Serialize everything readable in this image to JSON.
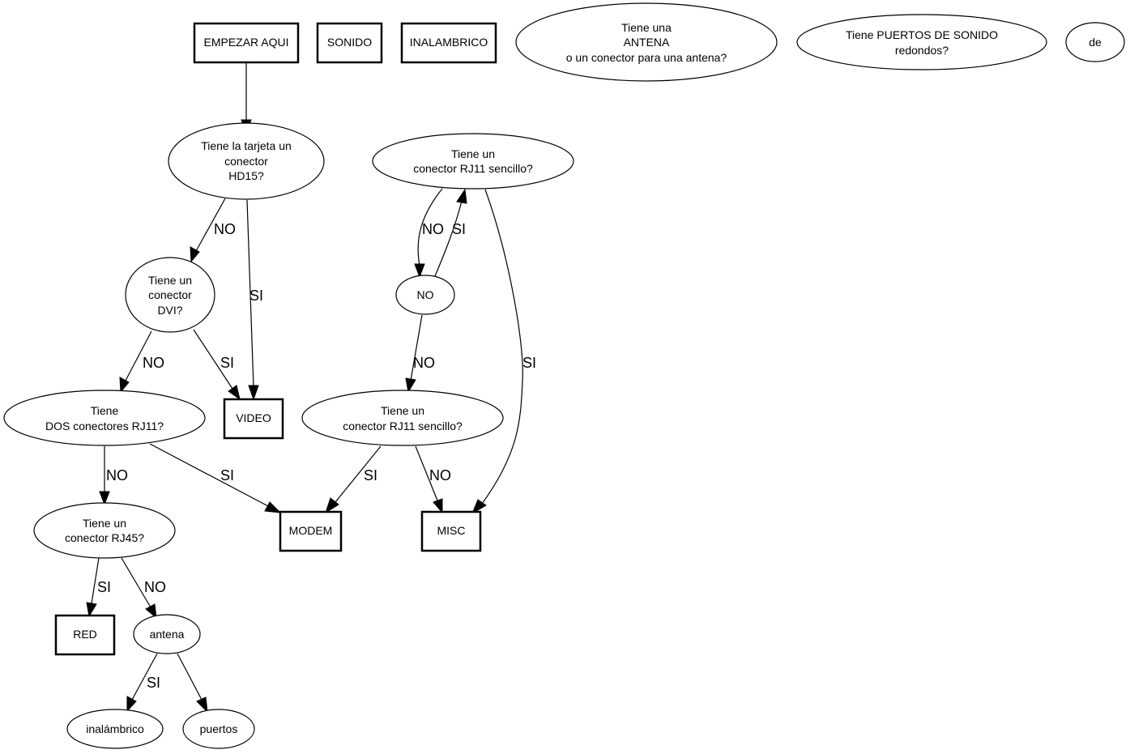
{
  "nodes": {
    "start": {
      "shape": "box",
      "lines": [
        "EMPEZAR AQUI"
      ]
    },
    "sonido": {
      "shape": "box",
      "lines": [
        "SONIDO"
      ]
    },
    "inalambrico_box": {
      "shape": "box",
      "lines": [
        "INALAMBRICO"
      ]
    },
    "q_antena": {
      "shape": "ellipse",
      "lines": [
        "Tiene una",
        "ANTENA",
        "o un conector para una antena?"
      ]
    },
    "q_puertos": {
      "shape": "ellipse",
      "lines": [
        "Tiene PUERTOS DE SONIDO",
        "redondos?"
      ]
    },
    "de": {
      "shape": "ellipse",
      "lines": [
        "de"
      ]
    },
    "q_hd15": {
      "shape": "ellipse",
      "lines": [
        "Tiene la tarjeta un",
        "conector",
        "HD15?"
      ]
    },
    "q_rj11_top": {
      "shape": "ellipse",
      "lines": [
        "Tiene un",
        "conector RJ11 sencillo?"
      ]
    },
    "q_dvi": {
      "shape": "ellipse",
      "lines": [
        "Tiene un",
        "conector",
        "DVI?"
      ]
    },
    "no_node": {
      "shape": "ellipse",
      "lines": [
        "NO"
      ]
    },
    "q_dos_rj11": {
      "shape": "ellipse",
      "lines": [
        "Tiene",
        "DOS conectores RJ11?"
      ]
    },
    "video": {
      "shape": "box",
      "lines": [
        "VIDEO"
      ]
    },
    "q_rj11_mid": {
      "shape": "ellipse",
      "lines": [
        "Tiene un",
        "conector RJ11 sencillo?"
      ]
    },
    "q_rj45": {
      "shape": "ellipse",
      "lines": [
        "Tiene un",
        "conector RJ45?"
      ]
    },
    "modem": {
      "shape": "box",
      "lines": [
        "MODEM"
      ]
    },
    "misc": {
      "shape": "box",
      "lines": [
        "MISC"
      ]
    },
    "red": {
      "shape": "box",
      "lines": [
        "RED"
      ]
    },
    "antena": {
      "shape": "ellipse",
      "lines": [
        "antena"
      ]
    },
    "inalambrico": {
      "shape": "ellipse",
      "lines": [
        "inalámbrico"
      ]
    },
    "puertos": {
      "shape": "ellipse",
      "lines": [
        "puertos"
      ]
    }
  },
  "edges": [
    {
      "from": "start",
      "to": "q_hd15",
      "label": ""
    },
    {
      "from": "q_hd15",
      "to": "q_dvi",
      "label": "NO"
    },
    {
      "from": "q_hd15",
      "to": "video",
      "label": "SI"
    },
    {
      "from": "q_dvi",
      "to": "q_dos_rj11",
      "label": "NO"
    },
    {
      "from": "q_dvi",
      "to": "video",
      "label": "SI"
    },
    {
      "from": "q_dos_rj11",
      "to": "q_rj45",
      "label": "NO"
    },
    {
      "from": "q_dos_rj11",
      "to": "modem",
      "label": "SI"
    },
    {
      "from": "q_rj11_top",
      "to": "no_node",
      "label": "NO"
    },
    {
      "from": "no_node",
      "to": "q_rj11_top",
      "label": "SI"
    },
    {
      "from": "q_rj11_top",
      "to": "misc",
      "label": "SI"
    },
    {
      "from": "no_node",
      "to": "q_rj11_mid",
      "label": "NO"
    },
    {
      "from": "q_rj11_mid",
      "to": "modem",
      "label": "SI"
    },
    {
      "from": "q_rj11_mid",
      "to": "misc",
      "label": "NO"
    },
    {
      "from": "q_rj45",
      "to": "red",
      "label": "SI"
    },
    {
      "from": "q_rj45",
      "to": "antena",
      "label": "NO"
    },
    {
      "from": "antena",
      "to": "inalambrico",
      "label": "SI"
    },
    {
      "from": "antena",
      "to": "puertos",
      "label": ""
    }
  ]
}
